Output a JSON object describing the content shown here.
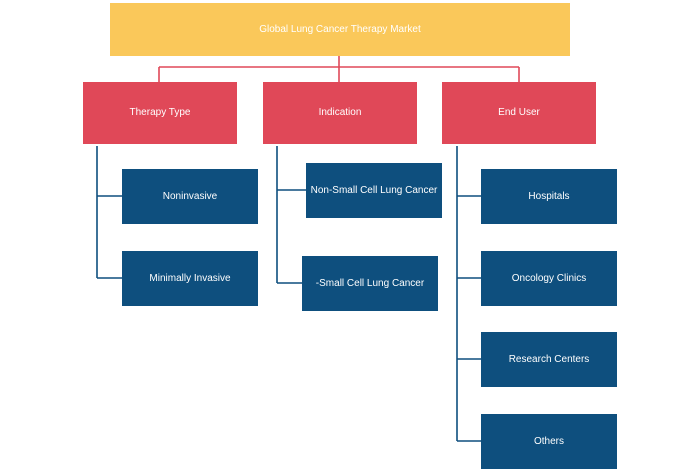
{
  "root": {
    "label": "Global Lung Cancer Therapy Market"
  },
  "categories": [
    {
      "label": "Therapy Type",
      "items": [
        "Noninvasive",
        "Minimally Invasive"
      ]
    },
    {
      "label": "Indication",
      "items": [
        "Non-Small Cell Lung Cancer",
        "-Small Cell Lung Cancer"
      ]
    },
    {
      "label": "End User",
      "items": [
        "Hospitals",
        "Oncology Clinics",
        "Research Centers",
        "Others"
      ]
    }
  ],
  "colors": {
    "root": "#FAC85A",
    "category": "#E04858",
    "leaf": "#0E4F7E",
    "root_connector": "#E04858",
    "leaf_connector": "#0E4F7E"
  }
}
